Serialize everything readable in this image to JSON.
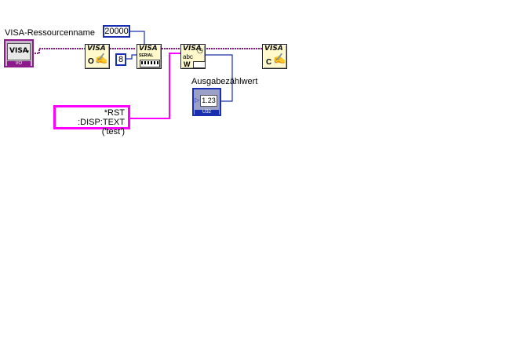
{
  "labels": {
    "visa_resource": "VISA-Ressourcenname",
    "output_count": "Ausgabezählwert"
  },
  "constants": {
    "timeout": "20000",
    "eight": "8",
    "command_line1": "*RST",
    "command_line2": ":DISP:TEXT ('test')"
  },
  "terminals": {
    "visa_control_text": "VISA",
    "visa_control_sub": "I/O",
    "indicator_value": "1.23",
    "indicator_sub": "U32"
  },
  "vis": {
    "open_text": "VISA",
    "open_sub": "O",
    "serial_text": "VISA",
    "serial_sub": "SERIAL",
    "write_text": "VISA",
    "write_sub1": "abc",
    "write_sub2": "W",
    "close_text": "VISA",
    "close_sub": "C"
  },
  "colors": {
    "visa_wire": "#8b1a8b",
    "string_wire": "#ff00ff",
    "numeric_wire": "#1a2fb0",
    "vi_fill": "#fff9cc"
  }
}
